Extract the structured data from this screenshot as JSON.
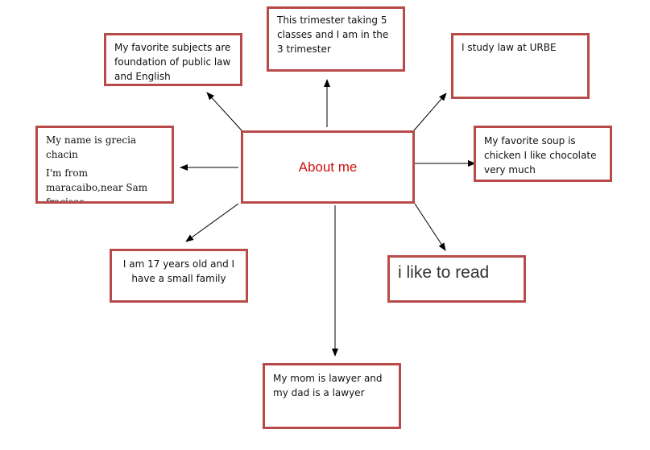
{
  "center": {
    "label": "About me"
  },
  "nodes": {
    "subjects": "My favorite subjects are foundation of public law and English",
    "trimester": "This trimester  taking 5 classes and I am in the 3 trimester",
    "urbe": "I study law at URBE",
    "name_line1": "My name is grecia chacin",
    "name_line2": "I'm from maracaibo,near Sam fracisco.",
    "soup": "My favorite soup is chicken  I like chocolate very much",
    "age": "I am 17 years old and I have a small family",
    "read": "i like to read",
    "parents": "My mom is lawyer  and my dad is a lawyer"
  },
  "colors": {
    "box_border": "#b84a4a",
    "center_text": "#cc1111",
    "arrow": "#000000"
  }
}
